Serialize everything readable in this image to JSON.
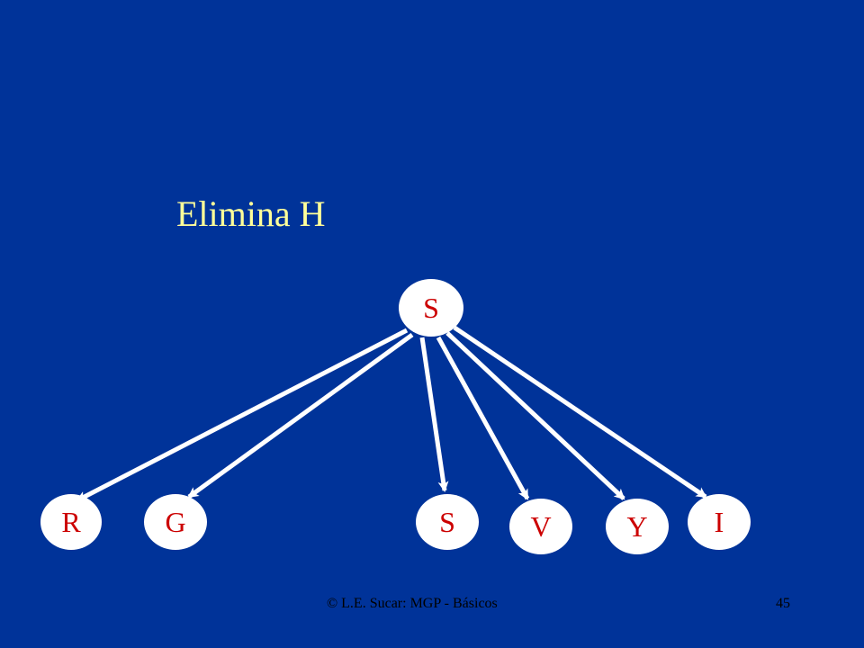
{
  "slide": {
    "title": "Elimina H",
    "footer_left": "© L.E. Sucar: MGP - Básicos",
    "page_number": "45"
  },
  "colors": {
    "background": "#003399",
    "title": "#ffff99",
    "node_fill": "#ffffff",
    "node_label": "#cc0000",
    "edge": "#ffffff"
  },
  "graph": {
    "nodes": [
      {
        "id": "top-s",
        "label": "S"
      },
      {
        "id": "r",
        "label": "R"
      },
      {
        "id": "g",
        "label": "G"
      },
      {
        "id": "s",
        "label": "S"
      },
      {
        "id": "v",
        "label": "V"
      },
      {
        "id": "y",
        "label": "Y"
      },
      {
        "id": "i",
        "label": "I"
      }
    ],
    "edges": [
      {
        "from": "top-s",
        "to": "r"
      },
      {
        "from": "top-s",
        "to": "g"
      },
      {
        "from": "top-s",
        "to": "s"
      },
      {
        "from": "top-s",
        "to": "v"
      },
      {
        "from": "top-s",
        "to": "y"
      },
      {
        "from": "top-s",
        "to": "i"
      }
    ]
  }
}
